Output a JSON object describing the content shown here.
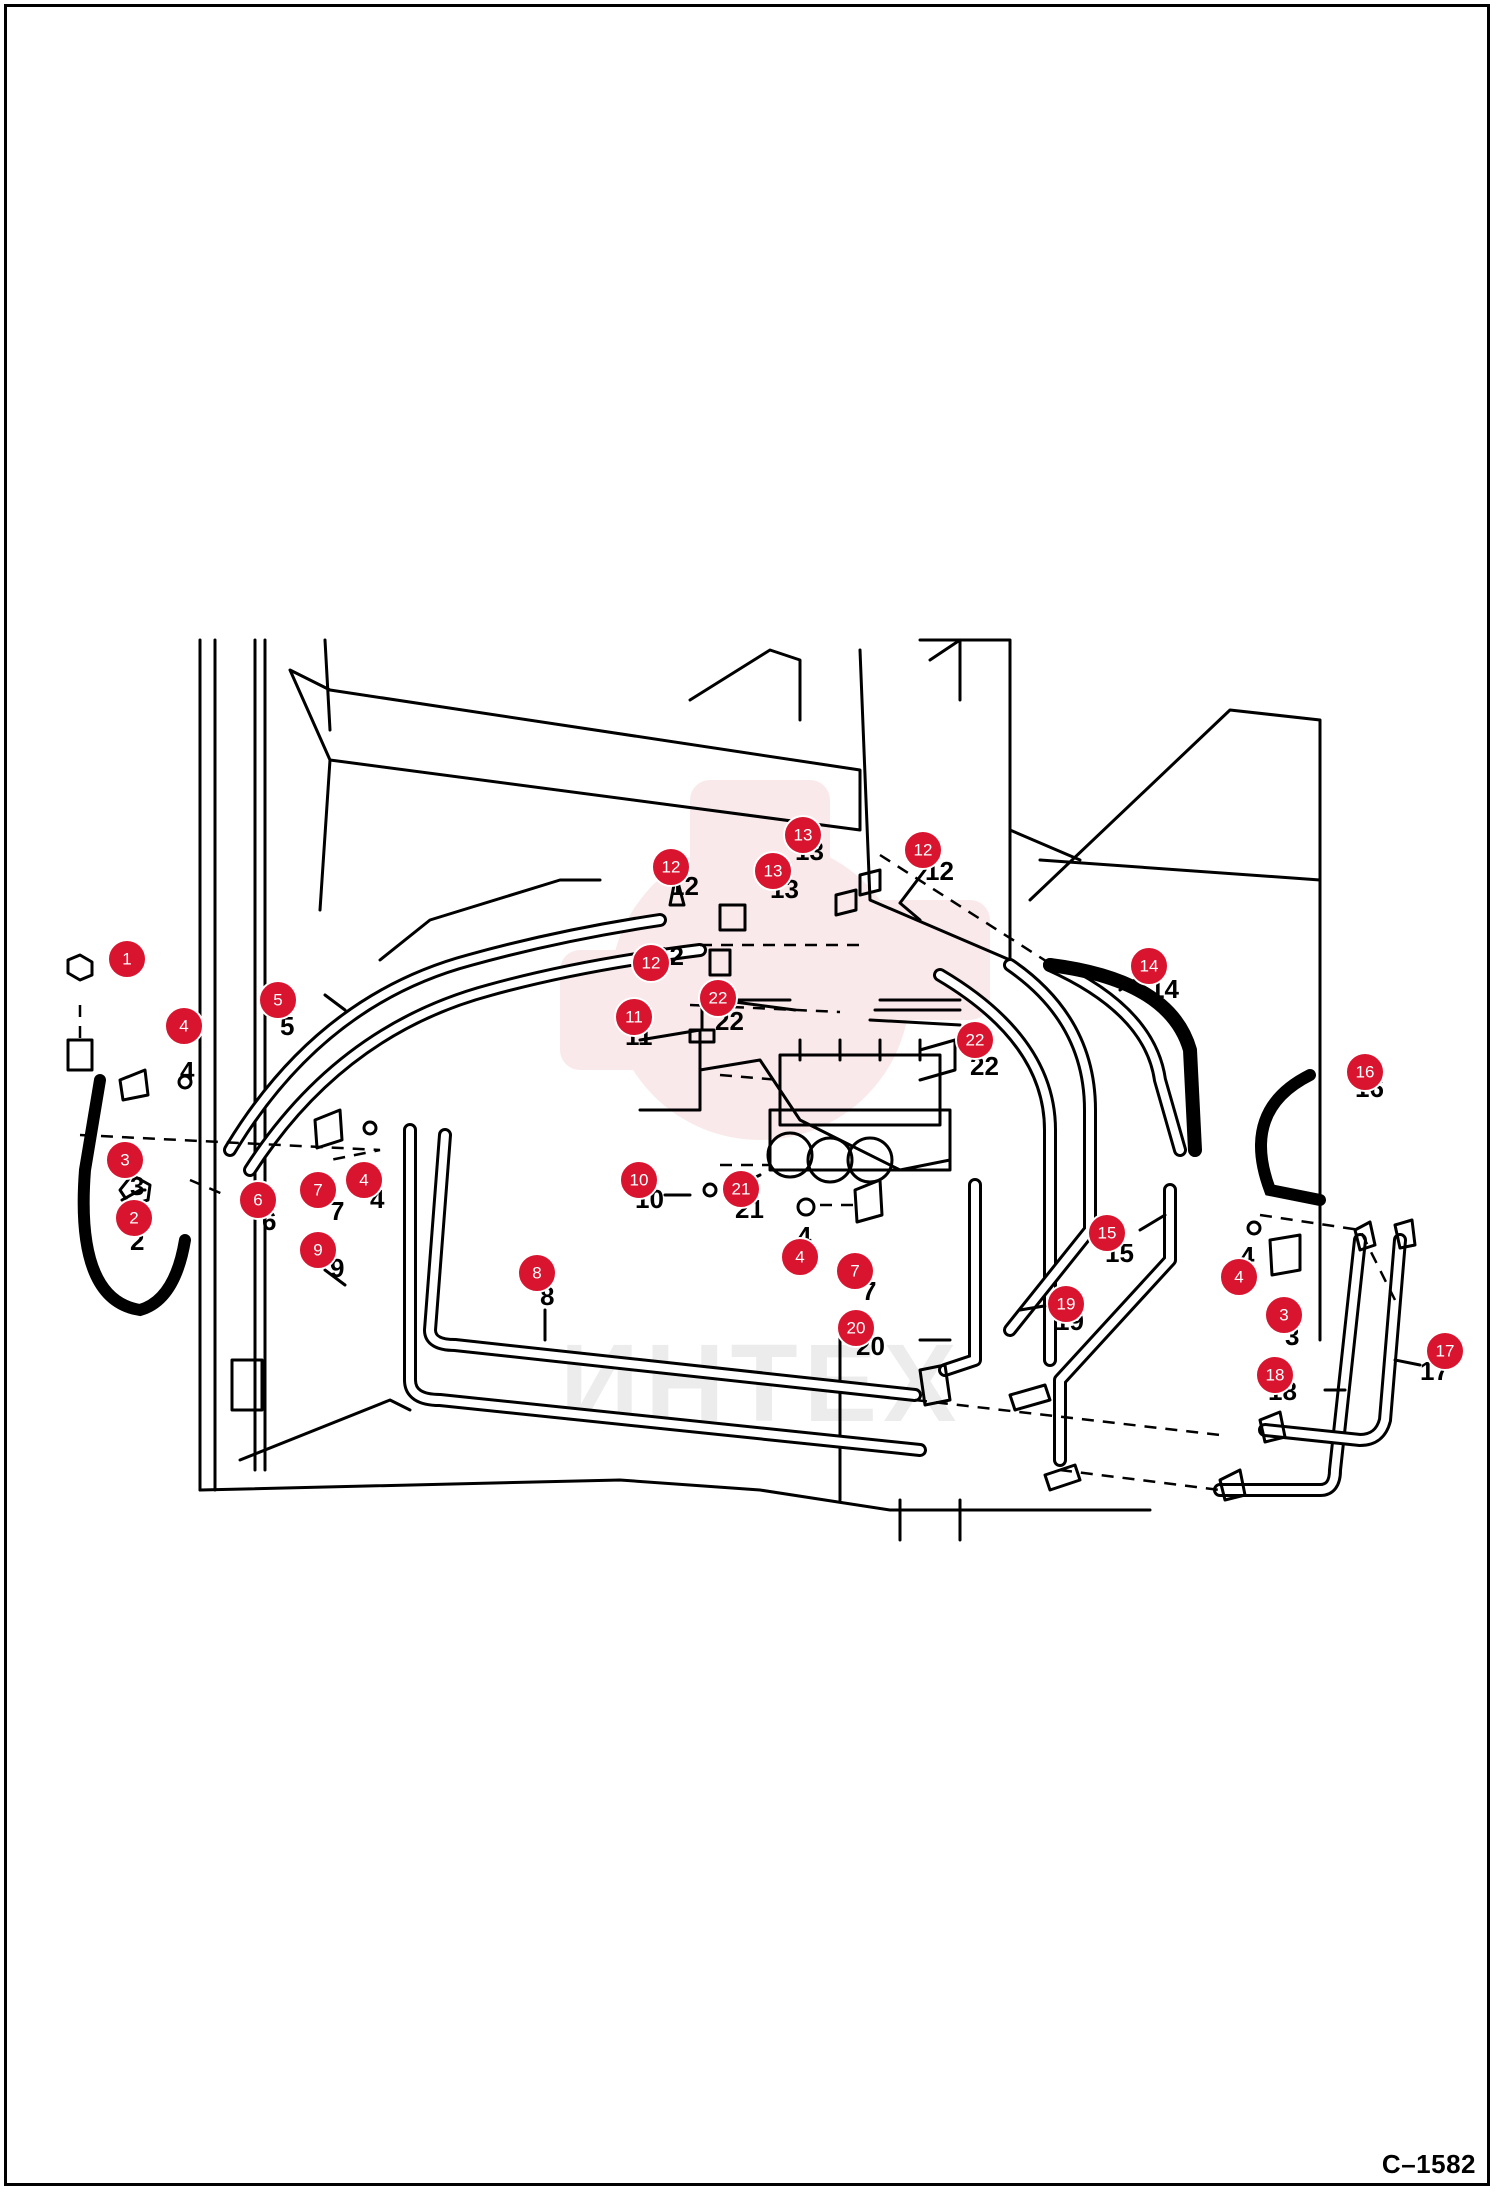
{
  "document": {
    "code": "C–1582",
    "watermark_text": "ИНТЕХ"
  },
  "colors": {
    "callout_fill": "#d8142f",
    "callout_stroke": "#ffffff",
    "callout_text": "#ffffff",
    "line": "#000000",
    "watermark": "#e8a0a6"
  },
  "icons": {
    "callout": "red-circle-badge"
  },
  "parts": {
    "p1": "1",
    "p2": "2",
    "p3": "3",
    "p4": "4",
    "p5": "5",
    "p6": "6",
    "p7": "7",
    "p8": "8",
    "p9": "9",
    "p10": "10",
    "p11": "11",
    "p12": "12",
    "p13": "13",
    "p14": "14",
    "p15": "15",
    "p16": "16",
    "p17": "17",
    "p18": "18",
    "p19": "19",
    "p20": "20",
    "p21": "21",
    "p22": "22"
  }
}
